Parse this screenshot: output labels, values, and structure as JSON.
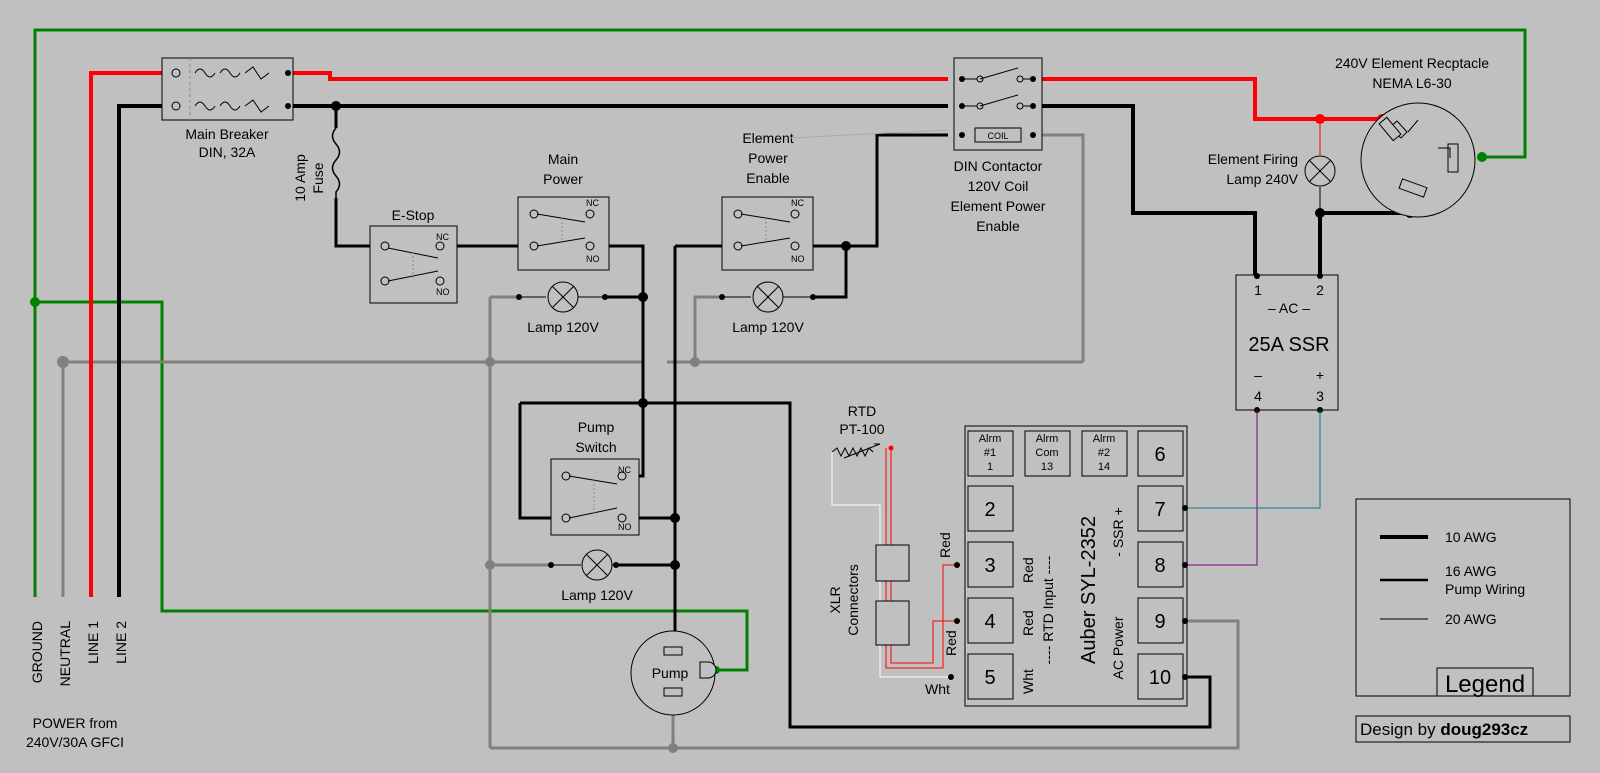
{
  "colors": {
    "background": "#c0c0c0",
    "ground": "#008000",
    "neutral": "#808080",
    "line1": "#ff0000",
    "line2": "#000000",
    "ssr_minus": "#800080",
    "ssr_plus": "#008080"
  },
  "bottom_labels": {
    "ground": "GROUND",
    "neutral": "NEUTRAL",
    "line1": "LINE 1",
    "line2": "LINE 2",
    "power_from_1": "POWER from",
    "power_from_2": "240V/30A GFCI"
  },
  "breaker": {
    "line1": "Main Breaker",
    "line2": "DIN, 32A"
  },
  "fuse": {
    "line1": "10 Amp",
    "line2": "Fuse"
  },
  "estop": {
    "title": "E-Stop",
    "nc": "NC",
    "no": "NO"
  },
  "main_power": {
    "title1": "Main",
    "title2": "Power",
    "nc": "NC",
    "no": "NO",
    "lamp": "Lamp 120V"
  },
  "element_enable": {
    "title1": "Element",
    "title2": "Power",
    "title3": "Enable",
    "nc": "NC",
    "no": "NO",
    "lamp": "Lamp 120V"
  },
  "contactor": {
    "coil": "COIL",
    "line1": "DIN Contactor",
    "line2": "120V Coil",
    "line3": "Element Power",
    "line4": "Enable"
  },
  "receptacle": {
    "line1": "240V Element Recptacle",
    "line2": "NEMA L6-30"
  },
  "firing_lamp": {
    "line1": "Element Firing",
    "line2": "Lamp 240V"
  },
  "ssr": {
    "t1": "1",
    "t2": "2",
    "ac": "– AC –",
    "name": "25A SSR",
    "minus": "–",
    "plus": "+",
    "t4": "4",
    "t3": "3"
  },
  "pump_switch": {
    "title1": "Pump",
    "title2": "Switch",
    "nc": "NC",
    "no": "NO",
    "lamp": "Lamp 120V",
    "pump": "Pump"
  },
  "rtd": {
    "line1": "RTD",
    "line2": "PT-100",
    "xlr1": "XLR",
    "xlr2": "Connectors",
    "red1": "Red",
    "red2": "Red",
    "wht": "Wht"
  },
  "controller": {
    "name": "Auber SYL-2352",
    "alrm1": [
      "Alrm",
      "#1",
      "1"
    ],
    "alrmcom": [
      "Alrm",
      "Com",
      "13"
    ],
    "alrm2": [
      "Alrm",
      "#2",
      "14"
    ],
    "t6": "6",
    "t2": "2",
    "t7": "7",
    "t3": "3",
    "t8": "8",
    "t4": "4",
    "t9": "9",
    "t5": "5",
    "t10": "10",
    "red_a": "Red",
    "red_b": "Red",
    "wht": "Wht",
    "rtd_input": "---- RTD Input ----",
    "ssr_label": "- SSR +",
    "ac_power": "AC Power"
  },
  "legend": {
    "awg10": "10 AWG",
    "awg16_1": "16 AWG",
    "awg16_2": "Pump Wiring",
    "awg20": "20 AWG",
    "title": "Legend"
  },
  "credit": {
    "prefix": "Design by ",
    "author": "doug293cz"
  }
}
